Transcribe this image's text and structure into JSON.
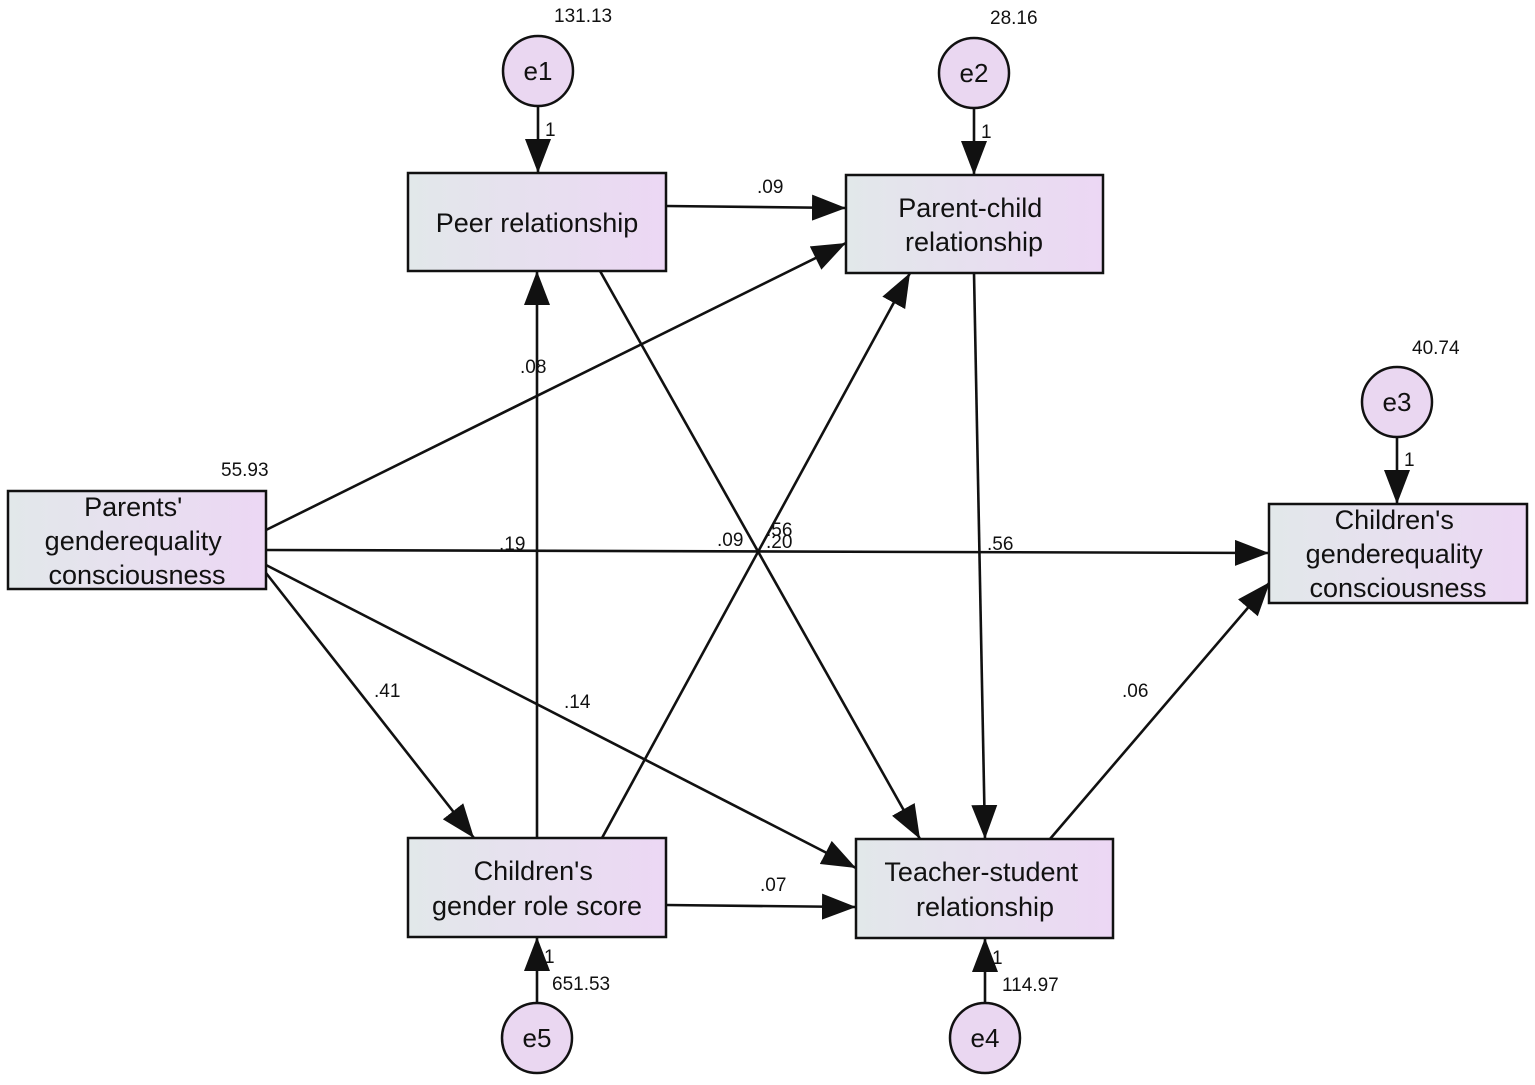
{
  "colors": {
    "box_fill_start": "#e2e8ea",
    "box_fill_end": "#ecd7f4",
    "circle_fill": "#ead7f1",
    "stroke": "#111111"
  },
  "nodes": {
    "peer": {
      "lines": [
        "Peer relationship"
      ]
    },
    "parent_child": {
      "lines": [
        "Parent-child",
        "relationship"
      ]
    },
    "parents_geq": {
      "lines": [
        "Parents'",
        "genderequality",
        "consciousness"
      ]
    },
    "children_geq": {
      "lines": [
        "Children's",
        "genderequality",
        "consciousness"
      ]
    },
    "gender_role": {
      "lines": [
        "Children's",
        "gender role score"
      ]
    },
    "teacher_student": {
      "lines": [
        "Teacher-student",
        "relationship"
      ]
    }
  },
  "errors": {
    "e1": {
      "label": "e1",
      "variance": "131.13",
      "weight": "1"
    },
    "e2": {
      "label": "e2",
      "variance": "28.16",
      "weight": "1"
    },
    "e3": {
      "label": "e3",
      "variance": "40.74",
      "weight": "1"
    },
    "e4": {
      "label": "e4",
      "variance": "114.97",
      "weight": "1"
    },
    "e5": {
      "label": "e5",
      "variance": "651.53",
      "weight": "1"
    }
  },
  "exogenous_variance": {
    "parents_geq": "55.93"
  },
  "paths": {
    "peer_to_parent_child": ".09",
    "gender_role_to_peer": ".08",
    "parents_to_children_geq": ".19",
    "parents_to_parent_child": ".09",
    "gender_role_to_parent_child": ".20",
    "peer_to_teacher_student": ".56",
    "parent_child_to_teacher_student": ".56",
    "parents_to_gender_role": ".41",
    "parents_to_teacher_student": ".14",
    "teacher_student_to_children_geq": ".06",
    "gender_role_to_teacher_student": ".07"
  }
}
